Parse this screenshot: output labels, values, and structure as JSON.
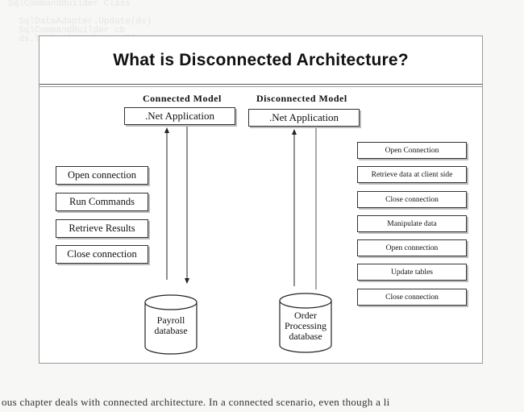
{
  "slide": {
    "title": "What is Disconnected Architecture?"
  },
  "connected": {
    "label": "Connected Model",
    "app": ".Net Application",
    "steps": [
      "Open connection",
      "Run Commands",
      "Retrieve Results",
      "Close connection"
    ],
    "database": [
      "Payroll",
      "database"
    ]
  },
  "disconnected": {
    "label": "Disconnected Model",
    "app": ".Net Application",
    "steps": [
      "Open Connection",
      "Retrieve data at client side",
      "Close connection",
      "Manipulate data",
      "Open connection",
      "Update tables",
      "Close connection"
    ],
    "database": [
      "Order",
      "Processing",
      "database"
    ]
  },
  "below_text": "ous chapter deals with connected architecture. In a connected scenario, even though a li"
}
